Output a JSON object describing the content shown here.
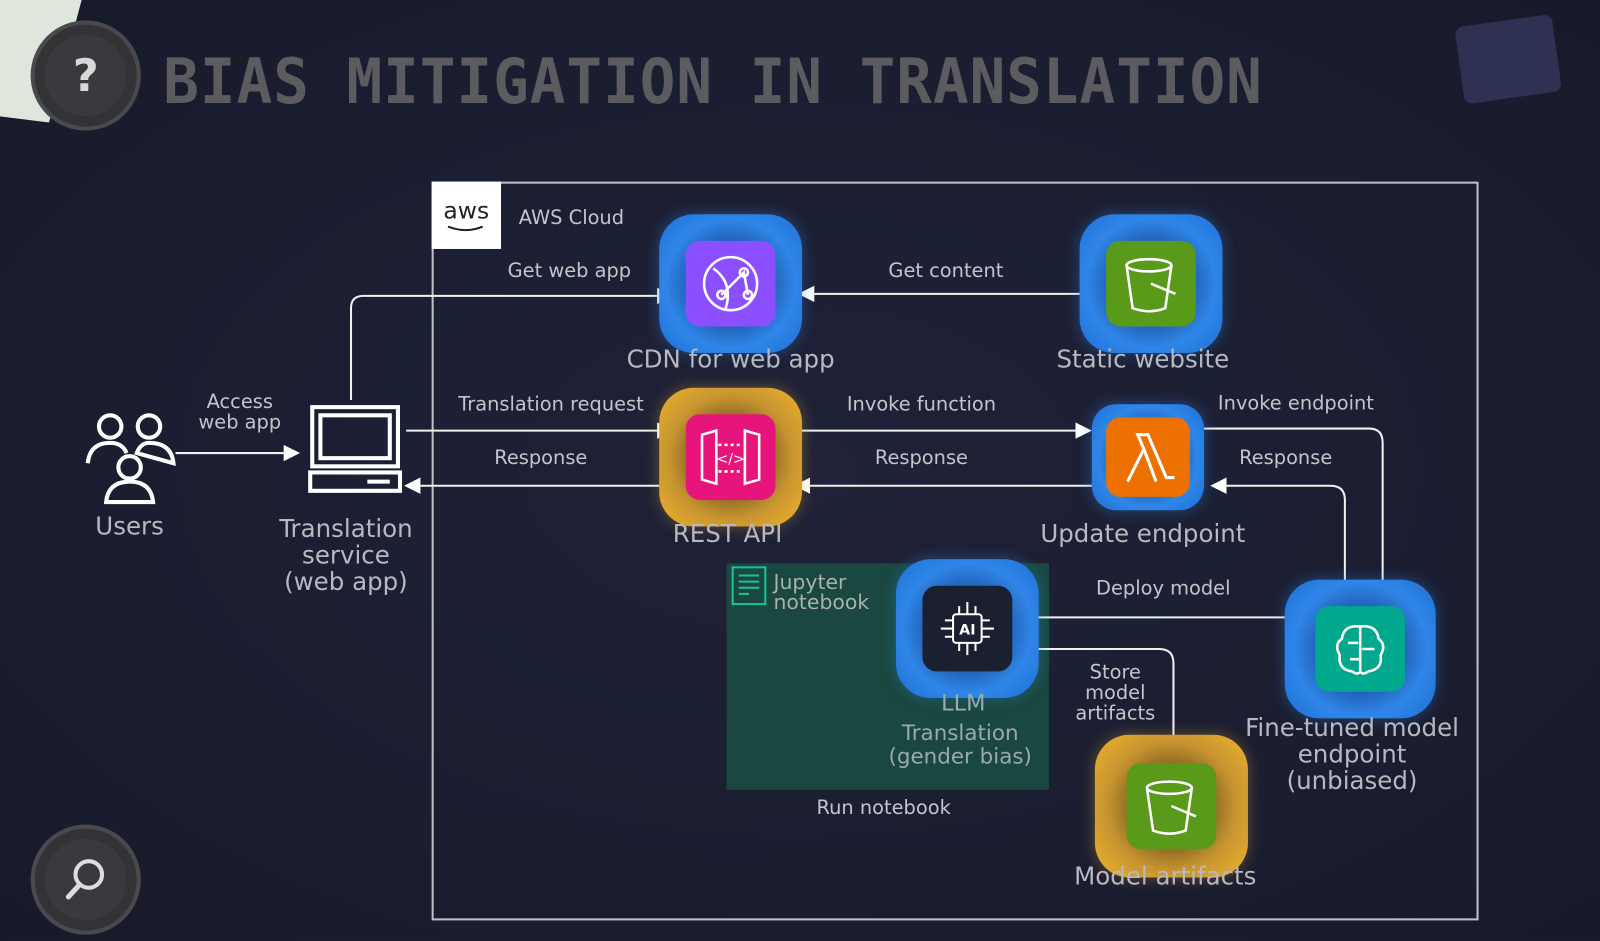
{
  "title": "BIAS MITIGATION IN TRANSLATION",
  "buttons": {
    "help": "?",
    "zoom_icon": "magnifier-icon"
  },
  "diagram": {
    "cloud_label": "AWS Cloud",
    "aws_logo": "aws",
    "jupyter_label": "Jupyter notebook",
    "nodes": {
      "users": "Users",
      "webapp": "Translation service (web app)",
      "cdn": "CDN for web app",
      "static": "Static website",
      "rest": "REST API",
      "lambda": "Update endpoint",
      "llm": "LLM",
      "llm_sub": "Translation (gender bias)",
      "endpoint": "Fine-tuned model endpoint (unbiased)",
      "artifacts": "Model artifacts"
    },
    "edges": {
      "access": "Access web app",
      "get_web_app": "Get web app",
      "get_content": "Get content",
      "translation_request": "Translation request",
      "response1": "Response",
      "invoke_function": "Invoke function",
      "response2": "Response",
      "invoke_endpoint": "Invoke endpoint",
      "response3": "Response",
      "deploy_model": "Deploy model",
      "store_artifacts": "Store model artifacts",
      "run_notebook": "Run notebook"
    }
  },
  "colors": {
    "cdn": "#8c4fff",
    "s3": "#5a9a1a",
    "api": "#e7157b",
    "lambda": "#ed7100",
    "sagemaker": "#01a88d",
    "llm": "#1b2030"
  }
}
